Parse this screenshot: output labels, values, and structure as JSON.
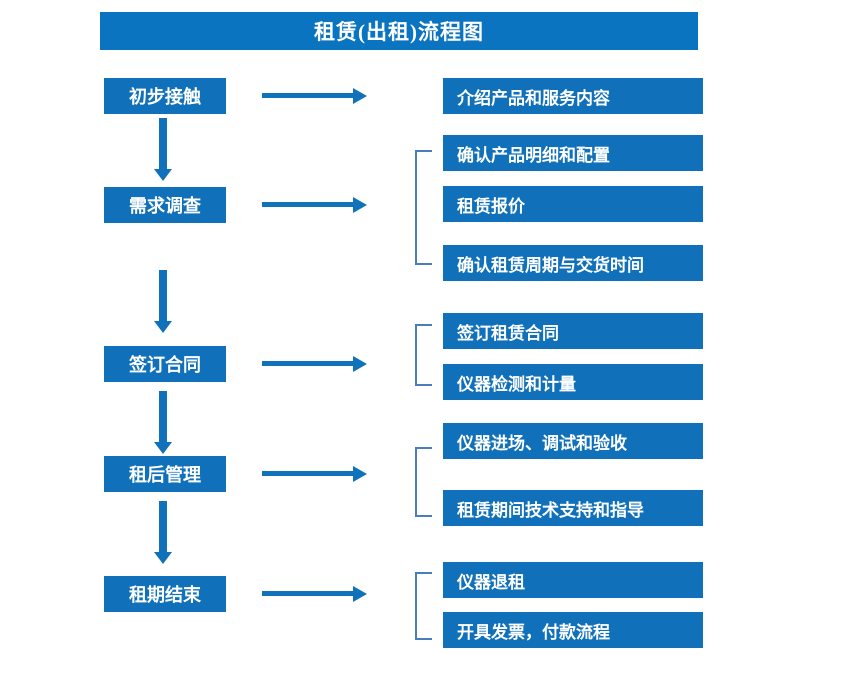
{
  "chart_data": {
    "type": "diagram",
    "title": "租赁(出租)流程图",
    "diagram_kind": "flowchart",
    "orientation": "vertical-stages-with-horizontal-details",
    "stages": [
      {
        "id": "stage-1",
        "label": "初步接触",
        "details": [
          "介绍产品和服务内容"
        ],
        "bracketed": false
      },
      {
        "id": "stage-2",
        "label": "需求调查",
        "details": [
          "确认产品明细和配置",
          "租赁报价",
          "确认租赁周期与交货时间"
        ],
        "bracketed": true
      },
      {
        "id": "stage-3",
        "label": "签订合同",
        "details": [
          "签订租赁合同",
          "仪器检测和计量"
        ],
        "bracketed": true
      },
      {
        "id": "stage-4",
        "label": "租后管理",
        "details": [
          "仪器进场、调试和验收",
          "租赁期间技术支持和指导"
        ],
        "bracketed": true
      },
      {
        "id": "stage-5",
        "label": "租期结束",
        "details": [
          "仪器退租",
          "开具发票，付款流程"
        ],
        "bracketed": true
      }
    ],
    "colors": {
      "title_bar": "#0a74c0",
      "node_fill": "#1070ba",
      "node_text": "#ffffff",
      "arrow": "#1072ba",
      "bracket": "#4a7ebb",
      "background": "#ffffff"
    }
  },
  "title": {
    "text": "租赁(出租)流程图"
  },
  "stages": [
    {
      "label": "初步接触"
    },
    {
      "label": "需求调查"
    },
    {
      "label": "签订合同"
    },
    {
      "label": "租后管理"
    },
    {
      "label": "租期结束"
    }
  ],
  "details": {
    "g1": [
      {
        "label": "介绍产品和服务内容"
      }
    ],
    "g2": [
      {
        "label": "确认产品明细和配置"
      },
      {
        "label": "租赁报价"
      },
      {
        "label": "确认租赁周期与交货时间"
      }
    ],
    "g3": [
      {
        "label": "签订租赁合同"
      },
      {
        "label": "仪器检测和计量"
      }
    ],
    "g4": [
      {
        "label": "仪器进场、调试和验收"
      },
      {
        "label": "租赁期间技术支持和指导"
      }
    ],
    "g5": [
      {
        "label": "仪器退租"
      },
      {
        "label": "开具发票，付款流程"
      }
    ]
  }
}
